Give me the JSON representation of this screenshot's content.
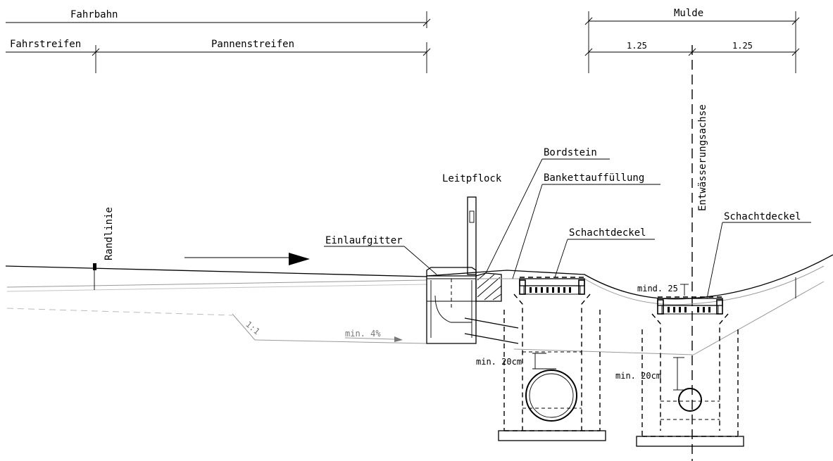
{
  "dimensions": {
    "fahrbahn": "Fahrbahn",
    "fahrstreifen": "Fahrstreifen",
    "pannenstreifen": "Pannenstreifen",
    "mulde": "Mulde",
    "mulde_left_width": "1.25",
    "mulde_right_width": "1.25"
  },
  "labels": {
    "entwaesserungsachse": "Entwässerungsachse",
    "bordstein": "Bordstein",
    "leitpflock": "Leitpflock",
    "bankettauffuellung": "Bankettauffüllung",
    "schachtdeckel_left": "Schachtdeckel",
    "schachtdeckel_right": "Schachtdeckel",
    "randlinie": "Randlinie",
    "einlaufgitter": "Einlaufgitter",
    "mind_25": "mind. 25",
    "slope_ratio": "1:1",
    "min_4_percent": "min. 4%",
    "min_20cm_left": "min. 20cm",
    "min_20cm_right": "min. 20cm"
  }
}
